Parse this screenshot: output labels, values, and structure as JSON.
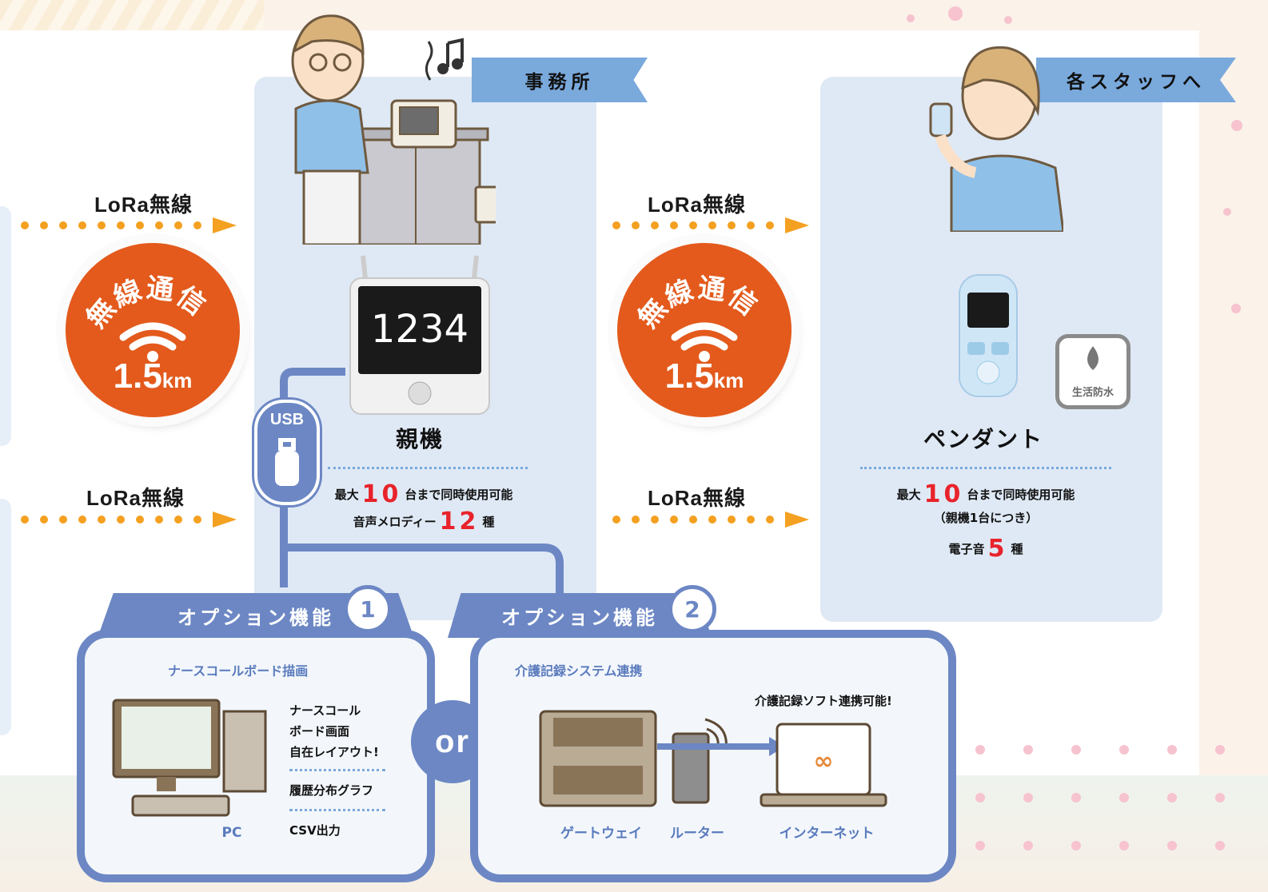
{
  "office": {
    "title": "事務所"
  },
  "staff": {
    "title": "各スタッフへ"
  },
  "lora_labels": [
    "LoRa無線",
    "LoRa無線",
    "LoRa無線",
    "LoRa無線"
  ],
  "badge": {
    "text": "無線通信",
    "distance": "1.5",
    "unit": "km"
  },
  "base_unit": {
    "screen": "1234",
    "name": "親機",
    "spec1_pre": "最大",
    "spec1_num": "10",
    "spec1_post": "台まで同時使用可能",
    "spec2_pre": "音声メロディー",
    "spec2_num": "12",
    "spec2_post": "種"
  },
  "pendant": {
    "name": "ペンダント",
    "spec1_pre": "最大",
    "spec1_num": "10",
    "spec1_post": "台まで同時使用可能",
    "spec1_note": "（親機1台につき）",
    "spec2_pre": "電子音",
    "spec2_num": "5",
    "spec2_post": "種",
    "waterproof": "生活防水"
  },
  "usb": "USB",
  "option1": {
    "tab": "オプション機能",
    "num": "1",
    "subtitle": "ナースコールボード描画",
    "lines": [
      "ナースコール",
      "ボード画面",
      "自在レイアウト!",
      "履歴分布グラフ",
      "CSV出力"
    ],
    "pc_label": "PC"
  },
  "or_label": "or",
  "option2": {
    "tab": "オプション機能",
    "num": "2",
    "subtitle": "介護記録システム連携",
    "caption": "介護記録ソフト連携可能!",
    "gateway": "ゲートウェイ",
    "router": "ルーター",
    "internet": "インターネット"
  },
  "colors": {
    "accent_orange": "#f4a020",
    "badge_orange": "#e35a1c",
    "option_blue": "#6c87c4",
    "ribbon_blue": "#7aa9dc",
    "red": "#e8232b"
  }
}
